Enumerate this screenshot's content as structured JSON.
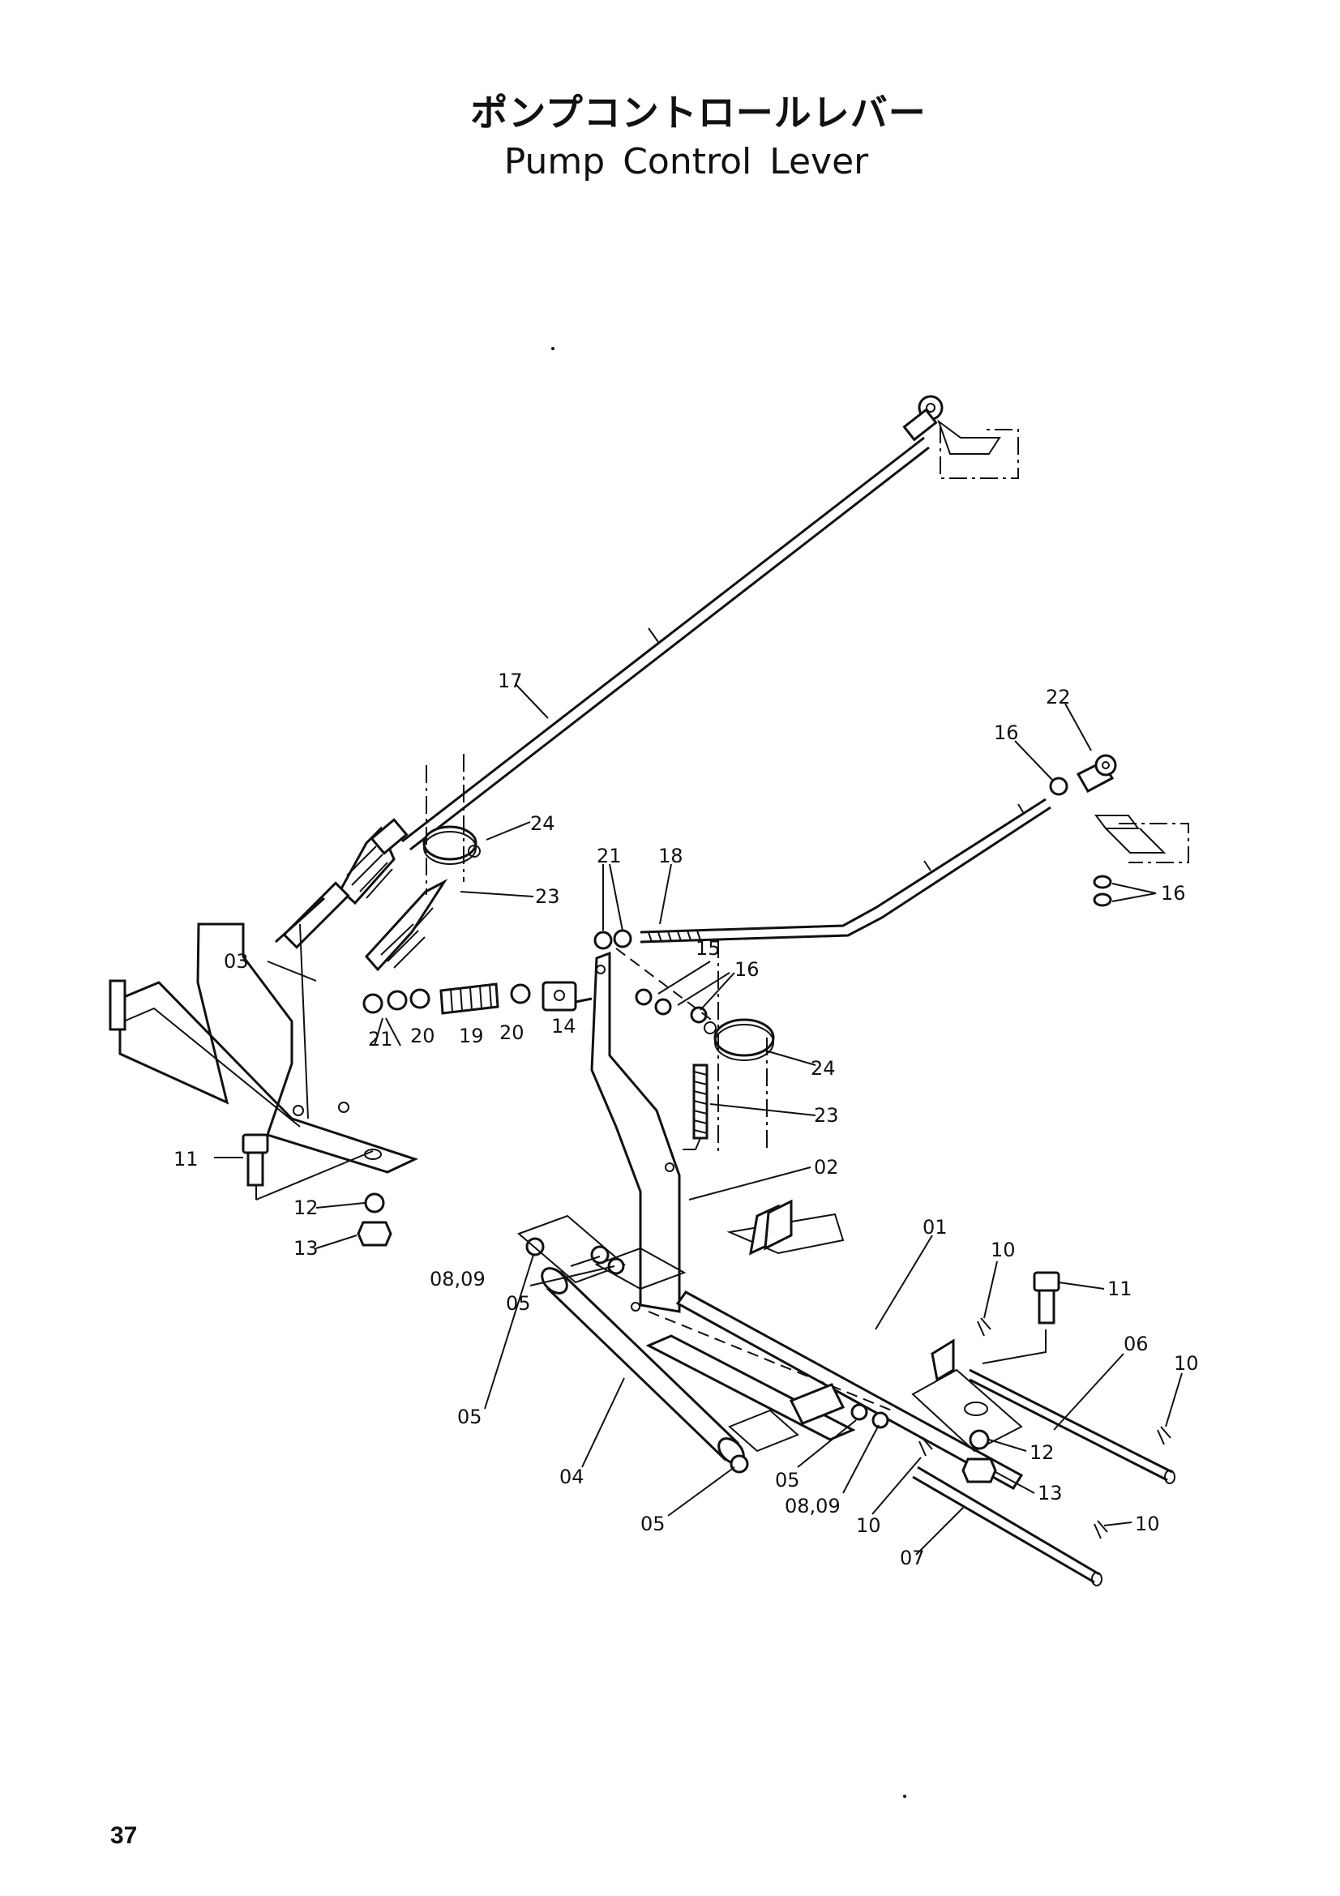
{
  "title": {
    "japanese": "ポンプコントロールレバー",
    "english": "Pump Control  Lever"
  },
  "page_number": "37",
  "callouts": {
    "c01": "01",
    "c02": "02",
    "c03": "03",
    "c04": "04",
    "c05a": "05",
    "c05b": "05",
    "c05c": "05",
    "c05d": "05",
    "c06": "06",
    "c07": "07",
    "c0809a": "08,09",
    "c0809b": "08,09",
    "c10a": "10",
    "c10b": "10",
    "c10c": "10",
    "c10d": "10",
    "c11a": "11",
    "c11b": "11",
    "c12a": "12",
    "c12b": "12",
    "c13a": "13",
    "c13b": "13",
    "c14": "14",
    "c15": "15",
    "c16a": "16",
    "c16b": "16",
    "c16c": "16",
    "c17": "17",
    "c18": "18",
    "c19": "19",
    "c20a": "20",
    "c20b": "20",
    "c21a": "21",
    "c21b": "21",
    "c22": "22",
    "c23a": "23",
    "c23b": "23",
    "c24a": "24",
    "c24b": "24"
  }
}
